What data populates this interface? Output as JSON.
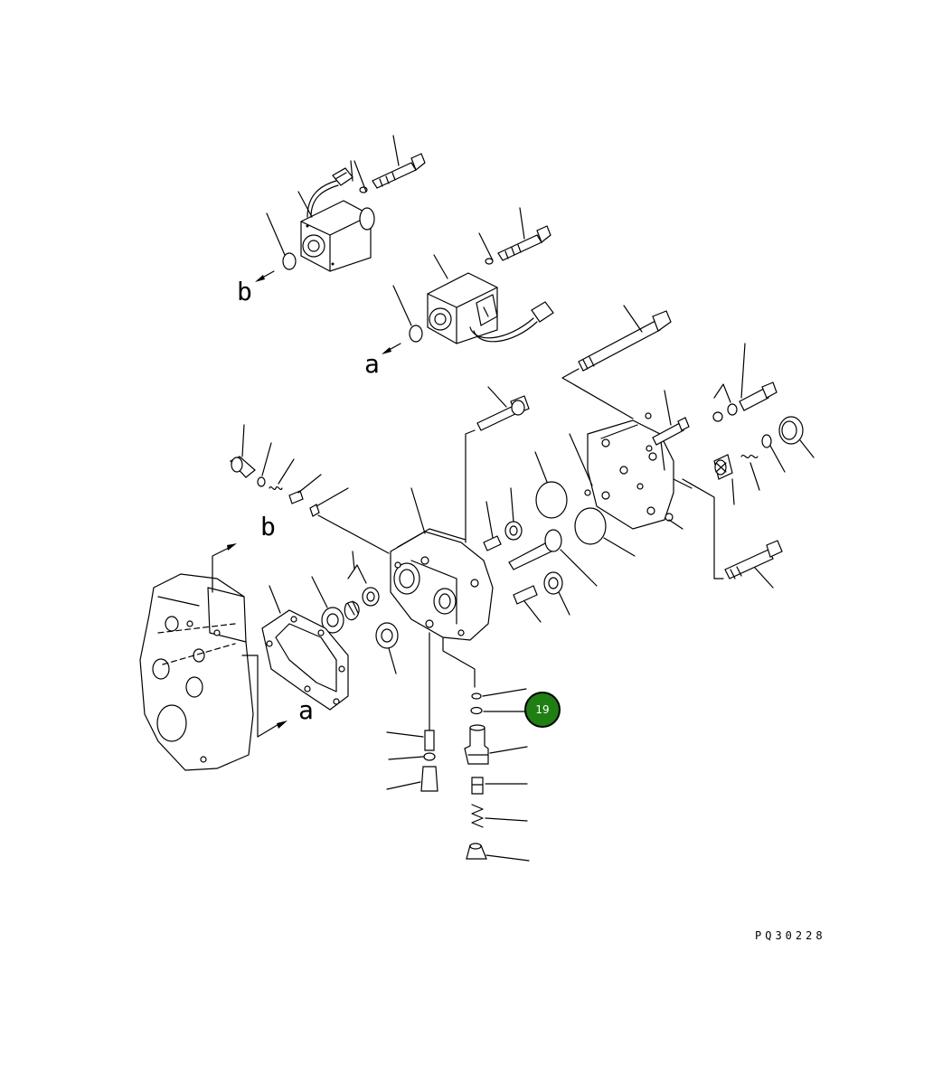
{
  "labels": {
    "view_b_upper": "b",
    "view_a_upper": "a",
    "view_b_lower": "b",
    "view_a_lower": "a"
  },
  "drawing_code": "PQ30228",
  "callout": {
    "number": "19",
    "color": "#1f7f12"
  }
}
